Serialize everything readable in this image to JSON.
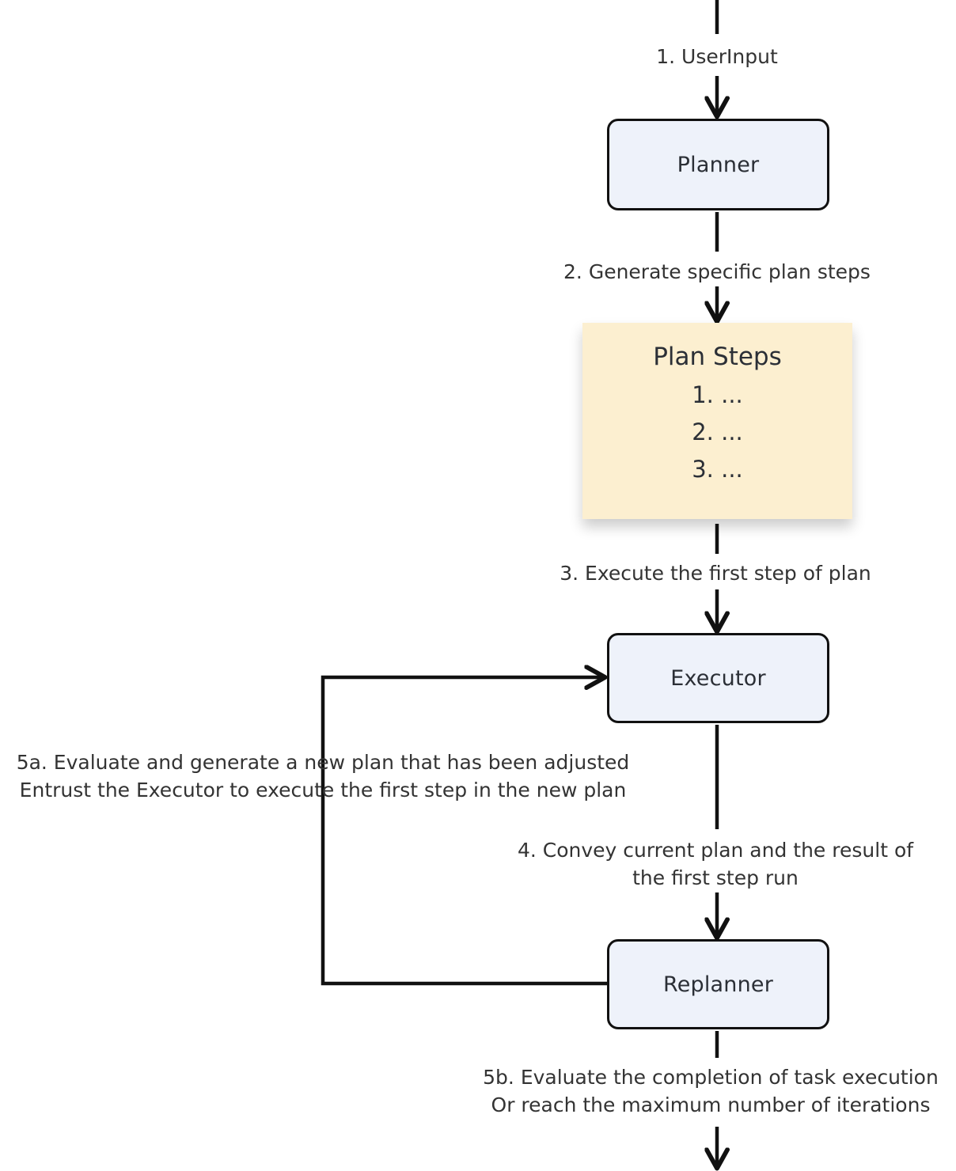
{
  "diagram": {
    "title": "Plan-and-Execute agent loop",
    "colors": {
      "node_fill": "#eef2fa",
      "node_stroke": "#111111",
      "artifact_fill": "#fcefd0",
      "text": "#333333",
      "background": "#ffffff"
    }
  },
  "nodes": {
    "planner": {
      "label": "Planner",
      "shape": "rounded-rectangle"
    },
    "plan_steps": {
      "title": "Plan Steps",
      "items": [
        "1. ...",
        "2. ...",
        "3. ..."
      ],
      "shape": "note-card"
    },
    "executor": {
      "label": "Executor",
      "shape": "rounded-rectangle"
    },
    "replanner": {
      "label": "Replanner",
      "shape": "rounded-rectangle"
    }
  },
  "edges": {
    "e1": {
      "label": "1. UserInput",
      "from": "top",
      "to": "planner"
    },
    "e2": {
      "label": "2. Generate specific plan steps",
      "from": "planner",
      "to": "plan_steps"
    },
    "e3": {
      "label": "3. Execute the first step of plan",
      "from": "plan_steps",
      "to": "executor"
    },
    "e4": {
      "label": "4. Convey current plan and the result of\nthe first step run",
      "from": "executor",
      "to": "replanner"
    },
    "e5a": {
      "label": "5a. Evaluate and generate a new plan that has been adjusted\nEntrust the Executor to execute the first step in the new plan",
      "from": "replanner",
      "to": "executor"
    },
    "e5b": {
      "label": "5b. Evaluate the completion of task execution\nOr reach the maximum number of iterations",
      "from": "replanner",
      "to": "bottom"
    }
  },
  "chart_data": {
    "type": "flowchart",
    "title": "Plan-and-Execute agent loop",
    "nodes": [
      {
        "id": "planner",
        "label": "Planner",
        "kind": "process"
      },
      {
        "id": "plan_steps",
        "label": "Plan Steps 1. ... 2. ... 3. ...",
        "kind": "artifact"
      },
      {
        "id": "executor",
        "label": "Executor",
        "kind": "process"
      },
      {
        "id": "replanner",
        "label": "Replanner",
        "kind": "process"
      }
    ],
    "edges": [
      {
        "from": "input",
        "to": "planner",
        "label": "1. UserInput"
      },
      {
        "from": "planner",
        "to": "plan_steps",
        "label": "2. Generate specific plan steps"
      },
      {
        "from": "plan_steps",
        "to": "executor",
        "label": "3. Execute the first step of plan"
      },
      {
        "from": "executor",
        "to": "replanner",
        "label": "4. Convey current plan and the result of the first step run"
      },
      {
        "from": "replanner",
        "to": "executor",
        "label": "5a. Evaluate and generate a new plan that has been adjusted Entrust the Executor to execute the first step in the new plan"
      },
      {
        "from": "replanner",
        "to": "output",
        "label": "5b. Evaluate the completion of task execution Or reach the maximum number of iterations"
      }
    ]
  }
}
